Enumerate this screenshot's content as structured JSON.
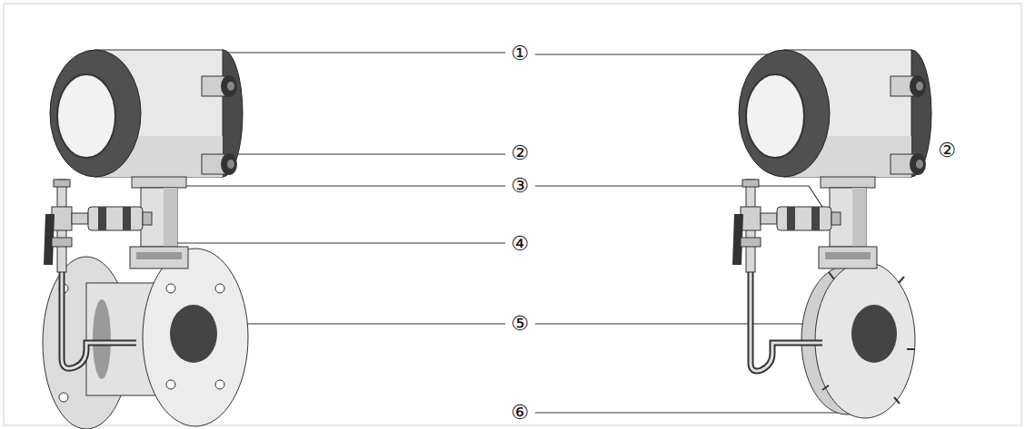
{
  "diagram": {
    "labels": [
      "①",
      "②",
      "③",
      "④",
      "⑤",
      "⑥",
      "②"
    ]
  }
}
